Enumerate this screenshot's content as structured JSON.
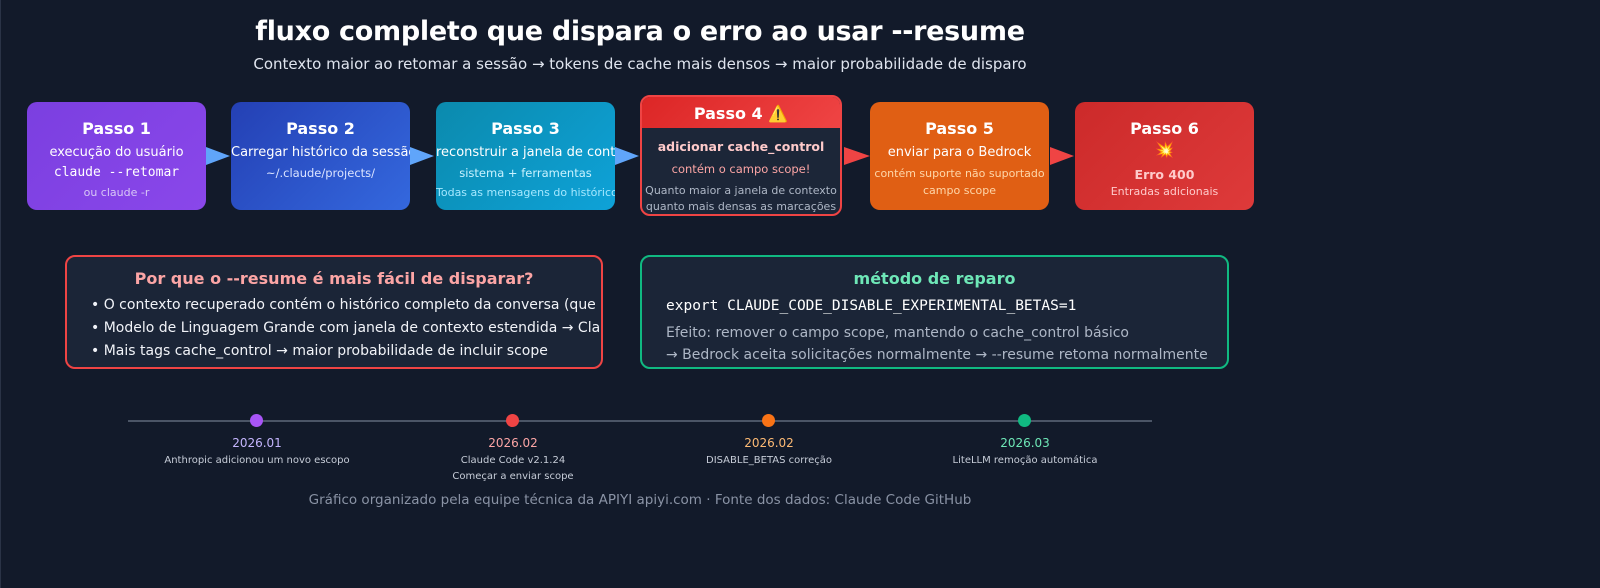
{
  "header": {
    "title": "fluxo completo que dispara o erro ao usar --resume",
    "subtitle": "Contexto maior ao retomar a sessão → tokens de cache mais densos → maior probabilidade de disparo"
  },
  "steps": [
    {
      "title": "Passo 1",
      "line1": "execução do usuário",
      "line2": "claude --retomar",
      "line3": "ou claude -r"
    },
    {
      "title": "Passo 2",
      "line1": "Carregar histórico da sessão",
      "line2": "~/.claude/projects/"
    },
    {
      "title": "Passo 3",
      "line1": "reconstruir a janela de contexto completa",
      "line2": "sistema + ferramentas",
      "line3": "Todas as mensagens do histórico"
    },
    {
      "title": "Passo 4 ⚠️",
      "line1": "adicionar cache_control",
      "line2": "contém o campo scope!",
      "line3": "Quanto maior a janela de contexto",
      "line4": "quanto mais densas as marcações"
    },
    {
      "title": "Passo 5",
      "line1": "enviar para o Bedrock",
      "line2": "contém suporte não suportado",
      "line3": "campo scope"
    },
    {
      "title": "Passo 6",
      "icon": "💥",
      "line2": "Erro 400",
      "line3": "Entradas adicionais"
    }
  ],
  "why_panel": {
    "title": "Por que o --resume é mais fácil de disparar?",
    "bullets": [
      "• O contexto recuperado contém o histórico completo da conversa (que pode ter muitas rodadas)",
      "• Modelo de Linguagem Grande com janela de contexto estendida → Claude Code adiciona mais marcações",
      "• Mais tags cache_control → maior probabilidade de incluir scope"
    ]
  },
  "fix_panel": {
    "title": "método de reparo",
    "code": "export CLAUDE_CODE_DISABLE_EXPERIMENTAL_BETAS=1",
    "effect1": "Efeito: remover o campo scope, mantendo o cache_control básico",
    "effect2": "→ Bedrock aceita solicitações normalmente → --resume retoma normalmente"
  },
  "timeline": [
    {
      "date": "2026.01",
      "desc": "Anthropic adicionou um novo escopo",
      "desc2": "",
      "color": "#a855f7"
    },
    {
      "date": "2026.02",
      "desc": "Claude Code v2.1.24",
      "desc2": "Começar a enviar scope",
      "color": "#ef4444"
    },
    {
      "date": "2026.02",
      "desc": "DISABLE_BETAS correção",
      "desc2": "",
      "color": "#f97316"
    },
    {
      "date": "2026.03",
      "desc": "LiteLLM remoção automática",
      "desc2": "",
      "color": "#10b981"
    }
  ],
  "footer": "Gráfico organizado pela equipe técnica da APIYI apiyi.com · Fonte dos dados: Claude Code GitHub"
}
